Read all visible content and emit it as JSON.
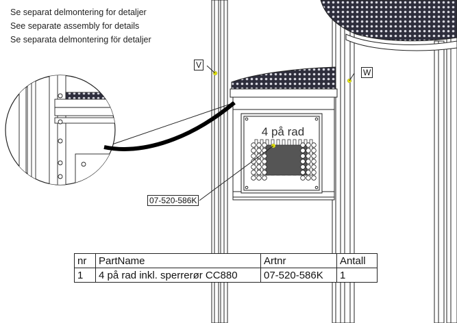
{
  "notes": {
    "line_no": "Se separat delmontering for detaljer",
    "line_en": "See separate assembly for details",
    "line_sv": "Se separata delmontering för detaljer"
  },
  "callouts": {
    "v": "V",
    "w": "W",
    "part": "07-520-586K"
  },
  "panel_text": "4 på rad",
  "parts_table": {
    "headers": [
      "nr",
      "PartName",
      "Artnr",
      "Antall"
    ],
    "rows": [
      [
        "1",
        "4 på rad inkl. sperrerør CC880",
        "07-520-586K",
        "1"
      ]
    ]
  },
  "colors": {
    "line": "#222222",
    "marker": "#e8e800",
    "mesh": "#3a3a4a"
  }
}
